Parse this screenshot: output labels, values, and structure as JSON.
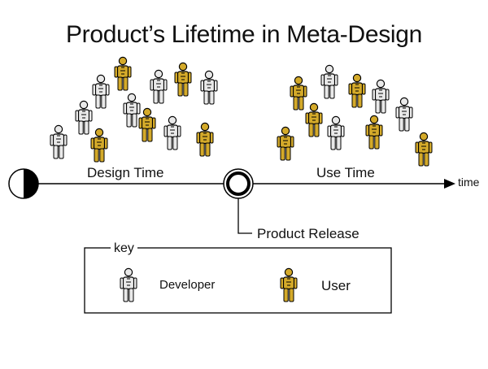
{
  "title": "Product’s Lifetime in Meta-Design",
  "timeline": {
    "design_label": "Design Time",
    "use_label": "Use Time",
    "axis_label": "time",
    "release_label": "Product Release"
  },
  "key": {
    "title": "key",
    "developer_label": "Developer",
    "user_label": "User"
  },
  "colors": {
    "developer": "#e9e9e9",
    "user": "#d4aa2a",
    "line": "#000000"
  },
  "icons": {
    "start": "half-filled-circle-icon",
    "release": "double-ring-icon",
    "developer": "developer-figure-icon",
    "user": "user-figure-icon"
  }
}
